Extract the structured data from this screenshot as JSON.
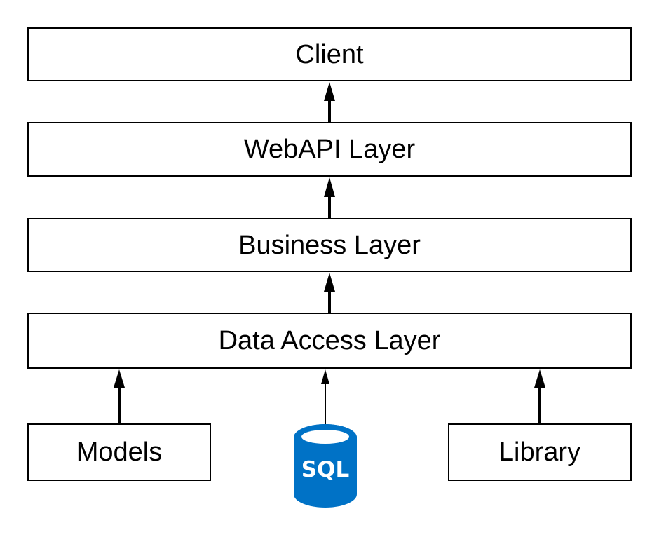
{
  "diagram": {
    "layers": {
      "client": "Client",
      "webapi": "WebAPI Layer",
      "business": "Business Layer",
      "data_access": "Data Access Layer"
    },
    "sources": {
      "models": "Models",
      "sql": "SQL",
      "library": "Library"
    },
    "colors": {
      "sql_icon": "#0072C6",
      "stroke": "#000000",
      "box_fill": "#ffffff"
    },
    "icons": {
      "sql": "sql-database-icon"
    }
  }
}
